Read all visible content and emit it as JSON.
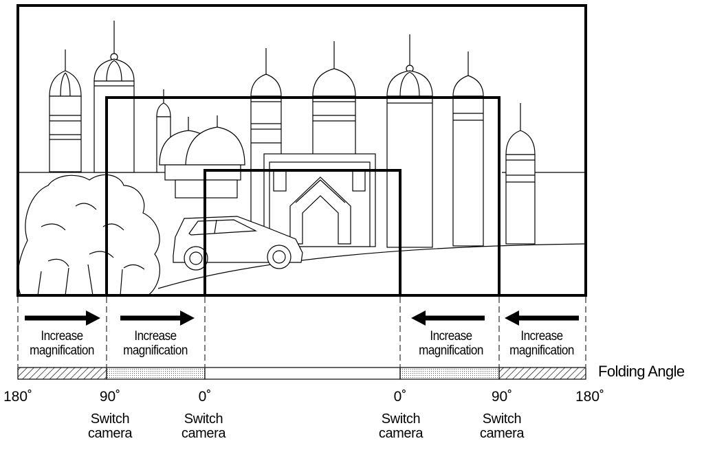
{
  "diagram": {
    "magnification_labels": [
      [
        "Increase",
        "magnification"
      ],
      [
        "Increase",
        "magnification"
      ],
      [
        "Increase",
        "magnification"
      ],
      [
        "Increase",
        "magnification"
      ]
    ],
    "axis_label": "Folding Angle",
    "angles": [
      "180˚",
      "90˚",
      "0˚",
      "0˚",
      "90˚",
      "180˚"
    ],
    "switch_labels": [
      [
        "Switch",
        "camera"
      ],
      [
        "Switch",
        "camera"
      ],
      [
        "Switch",
        "camera"
      ],
      [
        "Switch",
        "camera"
      ]
    ],
    "arrow_directions": [
      "right",
      "right",
      "left",
      "left"
    ],
    "bar_segments": [
      "hatched",
      "dotted",
      "blank",
      "dotted",
      "hatched"
    ]
  }
}
